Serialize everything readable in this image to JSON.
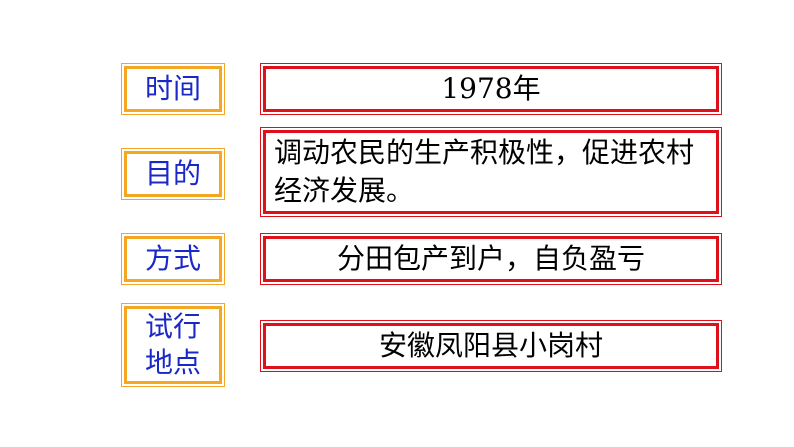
{
  "rows": [
    {
      "label": "时间",
      "value": "1978年"
    },
    {
      "label": "目的",
      "value": "调动农民的生产积极性，促进农村经济发展。"
    },
    {
      "label": "方式",
      "value": "分田包产到户，自负盈亏"
    },
    {
      "label_line1": "试行",
      "label_line2": "地点",
      "value": "安徽凤阳县小岗村"
    }
  ],
  "colors": {
    "label_border": "#f5a623",
    "label_text": "#1a28c8",
    "value_border": "#e0101a",
    "value_text": "#000000"
  }
}
